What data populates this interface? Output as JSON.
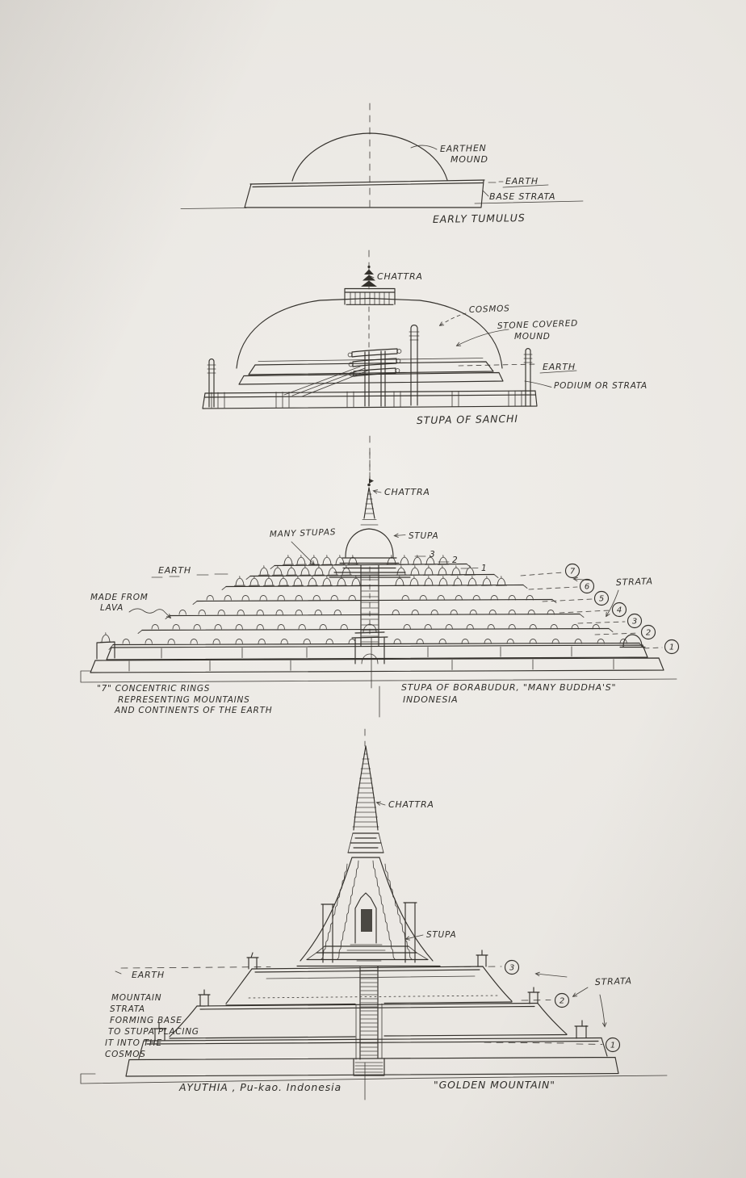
{
  "colors": {
    "paper": "#e9e6e1",
    "ink": "#34312c"
  },
  "tumulus": {
    "earthen1": "EARTHEN",
    "earthen2": "MOUND",
    "earth": "EARTH",
    "base_strata": "BASE STRATA",
    "caption": "EARLY TUMULUS"
  },
  "sanchi": {
    "chattra": "CHATTRA",
    "cosmos": "COSMOS",
    "stone1": "STONE COVERED",
    "stone2": "MOUND",
    "earth": "EARTH",
    "podium": "PODIUM OR STRATA",
    "caption": "STUPA OF SANCHI"
  },
  "borobudur": {
    "chattra": "CHATTRA",
    "many_stupas": "MANY STUPAS",
    "stupa": "STUPA",
    "earth": "EARTH",
    "made1": "MADE FROM",
    "made2": "LAVA",
    "strata": "STRATA",
    "plain": [
      "3",
      "2",
      "1"
    ],
    "circled": [
      "7",
      "6",
      "5",
      "4",
      "3",
      "2",
      "1"
    ],
    "note1": "\"7\" CONCENTRIC RINGS",
    "note2": "REPRESENTING MOUNTAINS",
    "note3": "AND CONTINENTS OF THE EARTH",
    "caption1": "STUPA OF BORABUDUR, \"MANY BUDDHA'S\"",
    "caption2": "INDONESIA"
  },
  "ayuthia": {
    "chattra": "CHATTRA",
    "stupa": "STUPA",
    "earth": "EARTH",
    "note1": "MOUNTAIN",
    "note2": "STRATA",
    "note3": "FORMING BASE",
    "note4": "TO STUPA PLACING",
    "note5": "IT INTO THE",
    "note6": "COSMOS",
    "strata": "STRATA",
    "circled": [
      "3",
      "2",
      "1"
    ],
    "caption_left": "AYUTHIA , Pu-kao. Indonesia",
    "caption_right": "\"GOLDEN MOUNTAIN\""
  }
}
